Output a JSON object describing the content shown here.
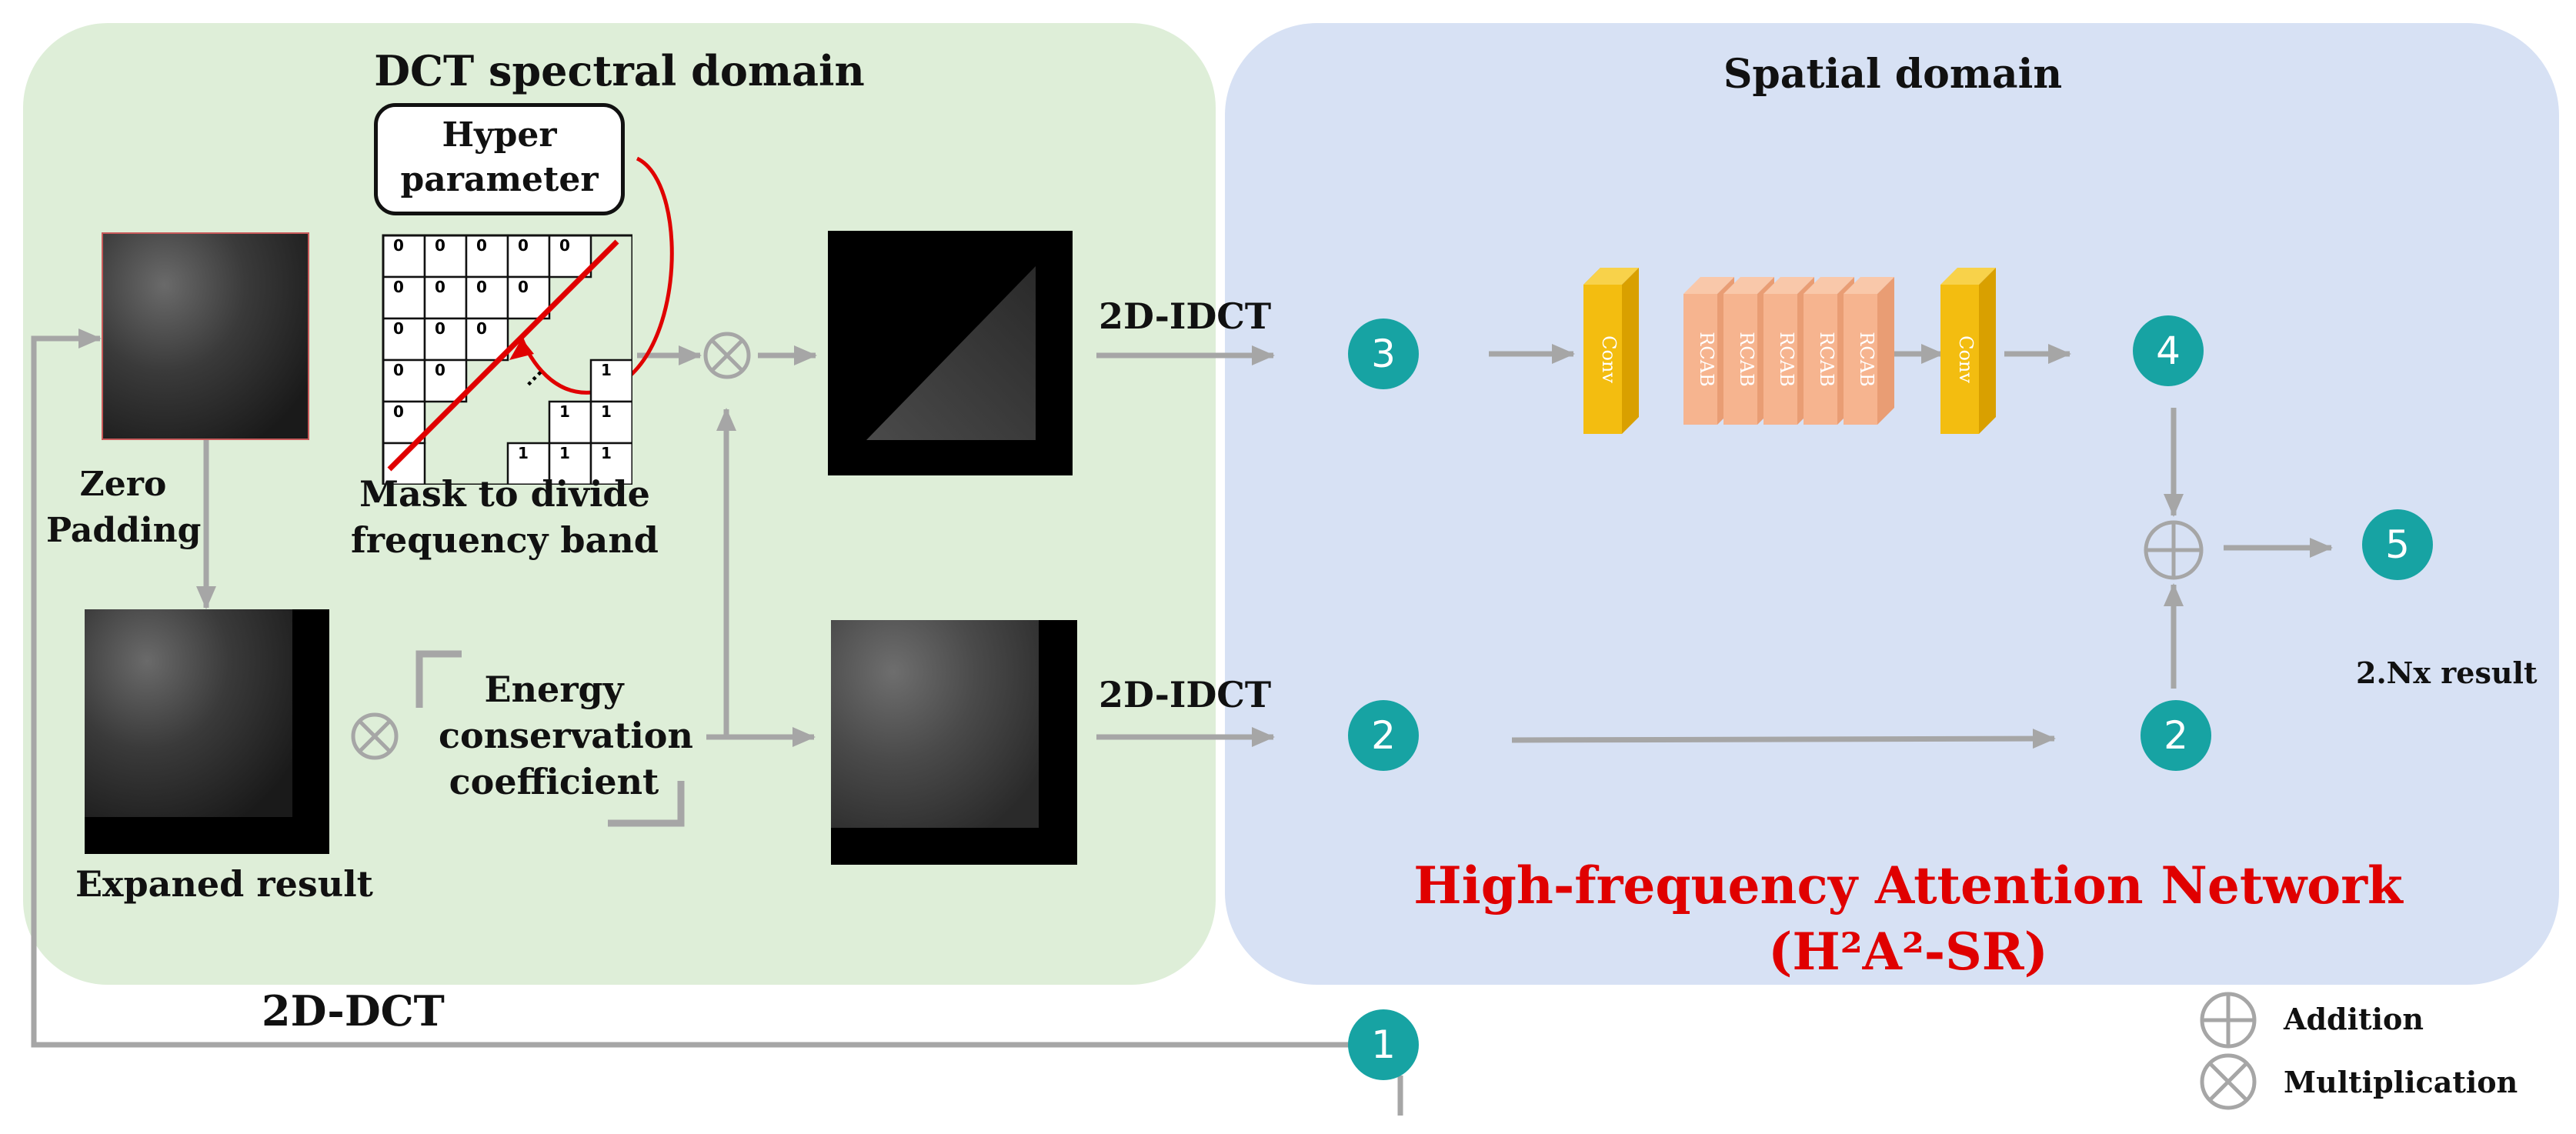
{
  "panels": {
    "dct_title": "DCT spectral domain",
    "spatial_title": "Spatial domain",
    "colors": {
      "dct_bg": "#deeed8",
      "spatial_bg": "#d7e1f4",
      "teal": "#17a3a3",
      "arrow": "#a6a6a6",
      "red": "#e00000"
    }
  },
  "dct": {
    "hyper_line1": "Hyper",
    "hyper_line2": "parameter",
    "mask_line1": "Mask to divide",
    "mask_line2": "frequency band",
    "zero_line1": "Zero",
    "zero_line2": "Padding",
    "expanded": "Expaned result",
    "energy_line1": "Energy",
    "energy_line2": "conservation",
    "energy_line3": "coefficient",
    "mask_grid": {
      "row1": [
        "0",
        "0",
        "0",
        "0",
        "0"
      ],
      "row2": [
        "0",
        "0",
        "0",
        "0"
      ],
      "row3": [
        "0",
        "0",
        "0"
      ],
      "row4_left": [
        "0",
        "0"
      ],
      "row4_right": "1",
      "row5_left": [
        "0"
      ],
      "row5_right": [
        "1",
        "1"
      ],
      "row6_right": [
        "1",
        "1",
        "1"
      ],
      "ellipsis": "..."
    }
  },
  "flow": {
    "idct_top": "2D-IDCT",
    "idct_bottom": "2D-IDCT",
    "dct": "2D-DCT",
    "node3": "3",
    "node4": "4",
    "node5": "5",
    "node2a": "2",
    "node2b": "2",
    "node1": "1",
    "nx_result": "2.Nx result"
  },
  "network": {
    "conv1": "Conv",
    "rcab": [
      "RCAB",
      "RCAB",
      "RCAB",
      "RCAB",
      "RCAB"
    ],
    "conv2": "Conv",
    "name_line1": "High-frequency Attention Network",
    "name_line2": "(H²A²-SR)"
  },
  "legend": {
    "addition": "Addition",
    "multiplication": "Multiplication"
  }
}
